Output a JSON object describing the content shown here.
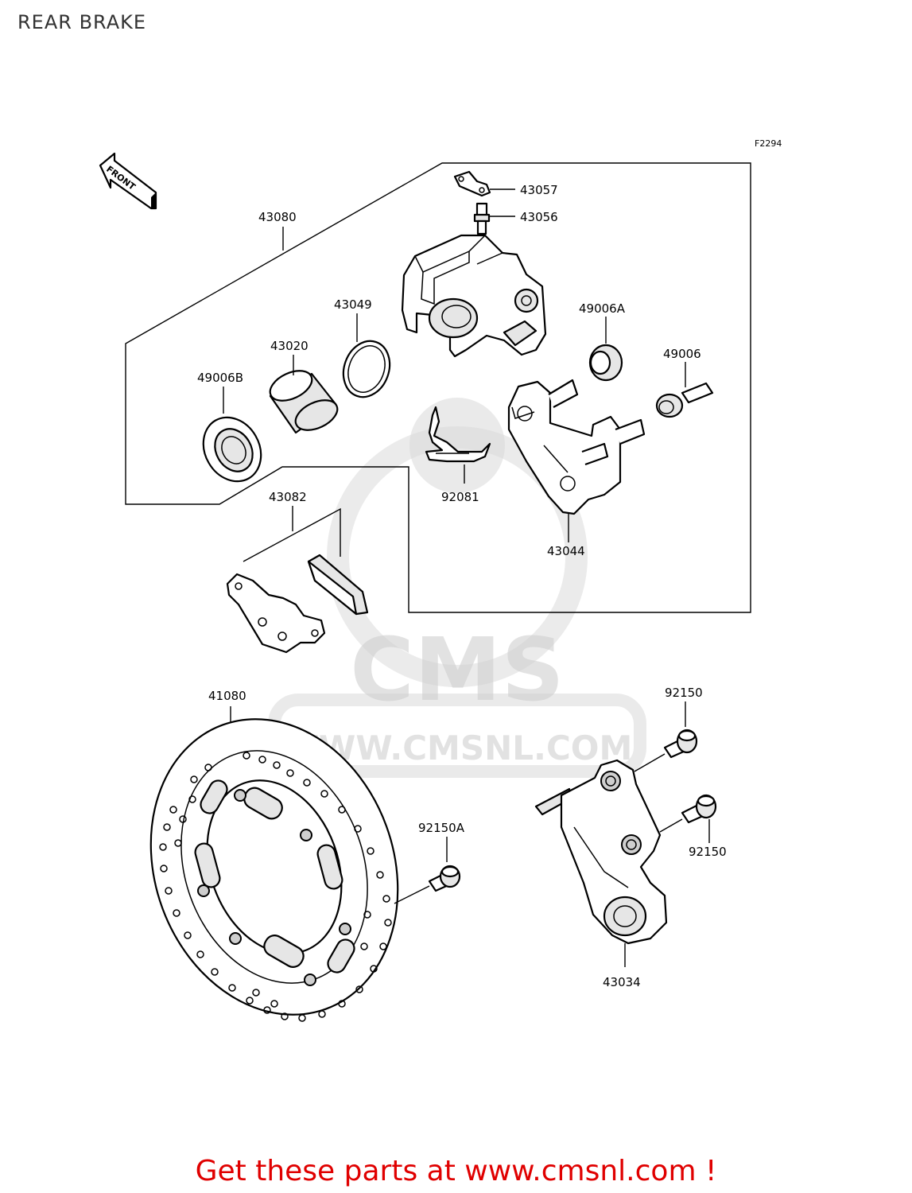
{
  "page": {
    "title": "REAR BRAKE",
    "figure_code": "F2294",
    "front_marker": "FRONT",
    "watermark_url": "WWW.CMSNL.COM",
    "watermark_logo": "CMS",
    "call_to_action": "Get these parts at www.cmsnl.com !",
    "cta_color": "#e00000"
  },
  "parts": {
    "p43057": "43057",
    "p43056": "43056",
    "p43080": "43080",
    "p43049": "43049",
    "p43020": "43020",
    "p49006A": "49006A",
    "p49006": "49006",
    "p49006B": "49006B",
    "p92081": "92081",
    "p43082": "43082",
    "p43044": "43044",
    "p41080": "41080",
    "p92150_top": "92150",
    "p92150A": "92150A",
    "p92150_bottom": "92150",
    "p43034": "43034"
  }
}
